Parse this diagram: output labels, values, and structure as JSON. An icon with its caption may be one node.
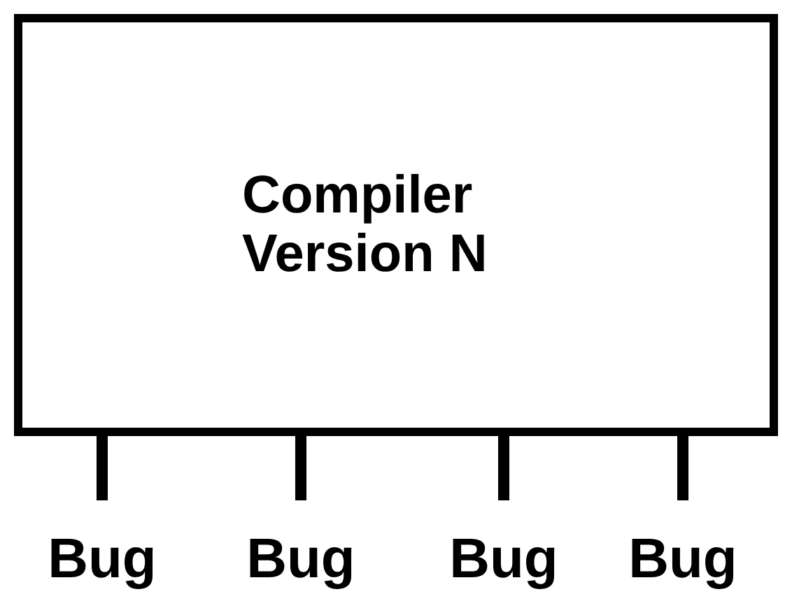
{
  "diagram": {
    "nodes": [
      {
        "text": [
          "Compiler Version N"
        ]
      },
      {
        "text": [
          "Bug"
        ]
      },
      {
        "text": [
          "Bug"
        ]
      },
      {
        "text": [
          "Bug"
        ]
      },
      {
        "text": [
          "Bug"
        ]
      }
    ],
    "edges": [
      {
        "from": 0,
        "to": 1,
        "arrow": "none"
      },
      {
        "from": 0,
        "to": 2,
        "arrow": "none"
      },
      {
        "from": 0,
        "to": 3,
        "arrow": "none"
      },
      {
        "from": 0,
        "to": 4,
        "arrow": "none"
      }
    ]
  }
}
